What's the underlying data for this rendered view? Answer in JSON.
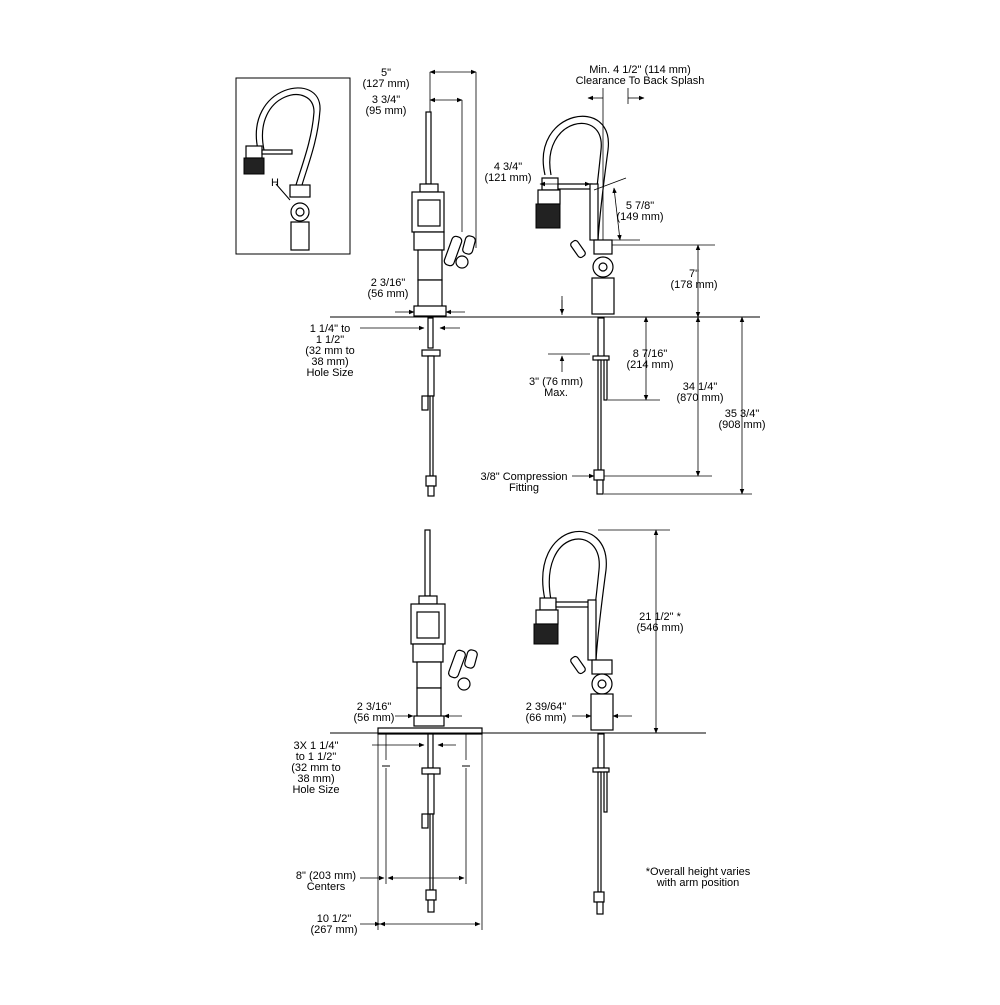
{
  "inset": {
    "marker": "H"
  },
  "dimensions": {
    "d1": {
      "l1": "5\"",
      "l2": "(127 mm)"
    },
    "d2": {
      "l1": "3 3/4\"",
      "l2": "(95 mm)"
    },
    "d3": {
      "l1": "Min. 4 1/2\" (114 mm)",
      "l2": "Clearance To Back Splash"
    },
    "d4": {
      "l1": "4 3/4\"",
      "l2": "(121 mm)"
    },
    "d5": {
      "l1": "5 7/8\"",
      "l2": "(149 mm)"
    },
    "d6": {
      "l1": "2 3/16\"",
      "l2": "(56 mm)"
    },
    "d7": {
      "l1": "7\"",
      "l2": "(178 mm)"
    },
    "d8": {
      "l1": "1 1/4\" to",
      "l2": "1 1/2\"",
      "l3": "(32 mm to",
      "l4": "38 mm)",
      "l5": "Hole Size"
    },
    "d9": {
      "l1": "8 7/16\"",
      "l2": "(214 mm)"
    },
    "d10": {
      "l1": "3\" (76 mm)",
      "l2": "Max."
    },
    "d11": {
      "l1": "34 1/4\"",
      "l2": "(870 mm)"
    },
    "d12": {
      "l1": "35 3/4\"",
      "l2": "(908 mm)"
    },
    "d13": {
      "l1": "3/8\" Compression",
      "l2": "Fitting"
    },
    "d14": {
      "l1": "21 1/2\" *",
      "l2": "(546 mm)"
    },
    "d15": {
      "l1": "2 3/16\"",
      "l2": "(56 mm)"
    },
    "d16": {
      "l1": "2 39/64\"",
      "l2": "(66 mm)"
    },
    "d17": {
      "l1": "3X 1 1/4\"",
      "l2": "to 1 1/2\"",
      "l3": "(32 mm to",
      "l4": "38 mm)",
      "l5": "Hole Size"
    },
    "d18": {
      "l1": "8\" (203 mm)",
      "l2": "Centers"
    },
    "d19": {
      "l1": "10 1/2\"",
      "l2": "(267 mm)"
    }
  },
  "note": {
    "l1": "*Overall height varies",
    "l2": "with arm position"
  }
}
